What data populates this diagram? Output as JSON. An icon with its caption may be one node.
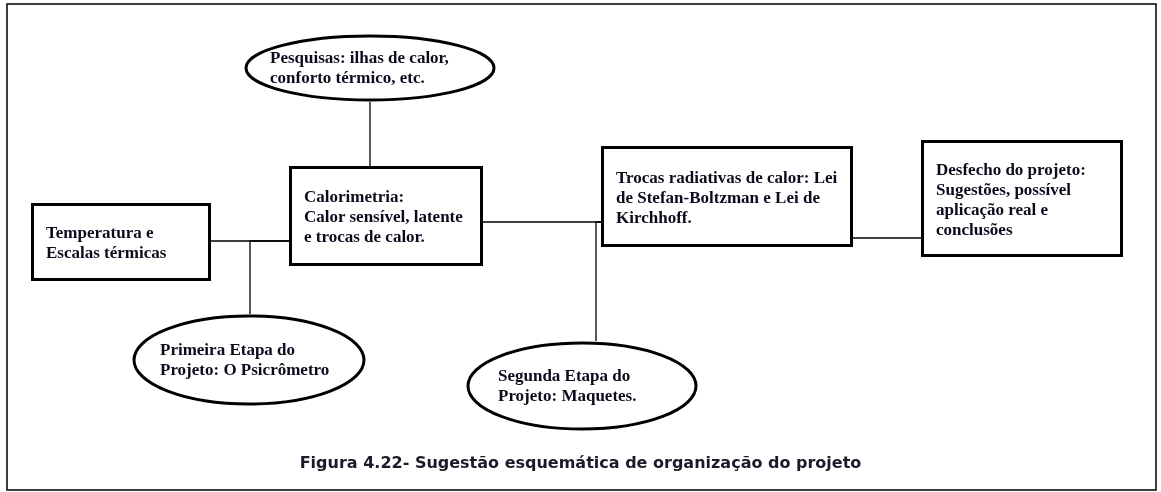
{
  "diagram": {
    "caption": "Figura 4.22- Sugestão esquemática de organização do projeto",
    "nodes": [
      {
        "text": [
          "Pesquisas: ilhas de calor, conforto térmico, etc."
        ]
      },
      {
        "text": [
          "Temperatura e Escalas térmicas"
        ]
      },
      {
        "text": [
          "Calorimetria:",
          "Calor sensível, latente e trocas de calor."
        ]
      },
      {
        "text": [
          "Trocas radiativas de calor: Lei de Stefan-Boltzman e Lei de Kirchhoff."
        ]
      },
      {
        "text": [
          "Desfecho do projeto:",
          "Sugestões, possível aplicação real e conclusões"
        ]
      },
      {
        "text": [
          "Primeira Etapa do Projeto: O Psicrômetro"
        ]
      },
      {
        "text": [
          "Segunda Etapa do Projeto: Maquetes."
        ]
      }
    ],
    "edges": [
      {
        "from": 1,
        "to": 2,
        "arrow": "none"
      },
      {
        "from": 5,
        "to": 2,
        "arrow": "none"
      },
      {
        "from": 0,
        "to": 2,
        "arrow": "none"
      },
      {
        "from": 2,
        "to": 3,
        "arrow": "none"
      },
      {
        "from": 6,
        "to": 3,
        "arrow": "none"
      },
      {
        "from": 3,
        "to": 4,
        "arrow": "none"
      }
    ]
  }
}
